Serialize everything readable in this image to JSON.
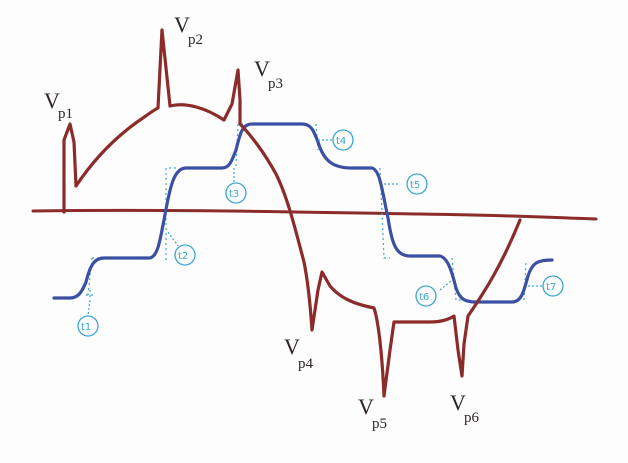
{
  "peak_labels": [
    {
      "id": "p1",
      "main": "V",
      "sub": "p1"
    },
    {
      "id": "p2",
      "main": "V",
      "sub": "p2"
    },
    {
      "id": "p3",
      "main": "V",
      "sub": "p3"
    },
    {
      "id": "p4",
      "main": "V",
      "sub": "p4"
    },
    {
      "id": "p5",
      "main": "V",
      "sub": "p5"
    },
    {
      "id": "p6",
      "main": "V",
      "sub": "p6"
    }
  ],
  "transition_tags": [
    {
      "id": "t1",
      "text": "t1"
    },
    {
      "id": "t2",
      "text": "t2"
    },
    {
      "id": "t3",
      "text": "t3"
    },
    {
      "id": "t4",
      "text": "t4"
    },
    {
      "id": "t5",
      "text": "t5"
    },
    {
      "id": "t6",
      "text": "t6"
    },
    {
      "id": "t7",
      "text": "t7"
    }
  ],
  "colors": {
    "sine_curve": "#8b2b2a",
    "staircase_curve": "#3b4fa3",
    "annotations": "#3aa7d4",
    "handwriting": "#2f2525"
  }
}
